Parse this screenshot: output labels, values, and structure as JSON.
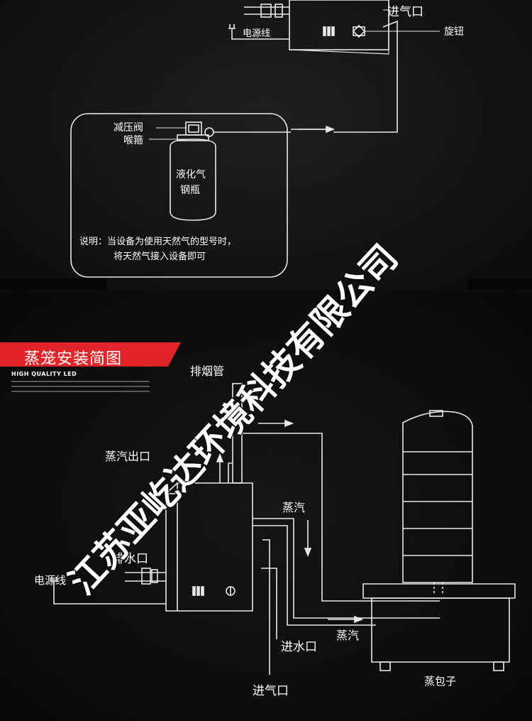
{
  "colors": {
    "background": "#0b0b0b",
    "line": "#e8e8e8",
    "banner_red": "#e0242a",
    "watermark": "#ffffff"
  },
  "top_diagram": {
    "gas_inlet": "进气口",
    "knob": "旋钮",
    "power_cord": "电源线",
    "pressure_valve": "减压阀",
    "hose_clamp": "喉箍",
    "lpg_tank_line1": "液化气",
    "lpg_tank_line2": "钢瓶",
    "note_line1": "说明：当设备为使用天然气的型号时，",
    "note_line2": "将天然气接入设备即可"
  },
  "bottom_diagram": {
    "banner_title": "蒸笼安装简图",
    "banner_subtitle": "HIGH QUALITY LED",
    "chimney": "排烟管",
    "steam_outlet": "蒸汽出口",
    "steam_vertical": "蒸汽",
    "drain": "排水口",
    "power_cord": "电源线",
    "steam_horizontal": "蒸汽",
    "water_inlet": "进水口",
    "gas_inlet": "进气口",
    "steamer": "蒸包子"
  },
  "watermark": {
    "text": "江苏亚屹达环境科技有限公司"
  }
}
